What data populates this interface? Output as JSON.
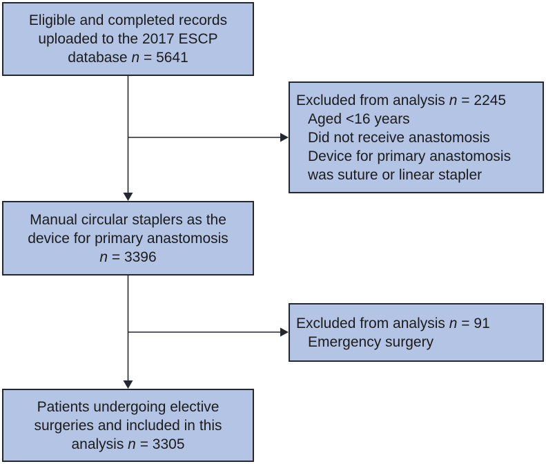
{
  "figure": {
    "type": "flow-diagram",
    "background": "#ffffff",
    "box_fill": "#b3c4e4",
    "box_border": "#23272e",
    "arrow_color": "#23272e",
    "text_color": "#1b1b1b"
  },
  "boxes": {
    "records": {
      "align": "center",
      "lines": [
        {
          "segments": [
            {
              "t": "Eligible and completed records"
            }
          ]
        },
        {
          "segments": [
            {
              "t": "uploaded to the 2017 ESCP"
            }
          ]
        },
        {
          "segments": [
            {
              "t": "database "
            },
            {
              "t": "n",
              "i": true
            },
            {
              "t": " = 5641"
            }
          ]
        }
      ]
    },
    "excluded_first": {
      "align": "left",
      "lines": [
        {
          "segments": [
            {
              "t": "Excluded from analysis "
            },
            {
              "t": "n",
              "i": true
            },
            {
              "t": " = 2245"
            }
          ]
        },
        {
          "indent": true,
          "segments": [
            {
              "t": "Aged <16 years"
            }
          ]
        },
        {
          "indent": true,
          "segments": [
            {
              "t": "Did not receive anastomosis"
            }
          ]
        },
        {
          "indent": true,
          "segments": [
            {
              "t": "Device for primary anastomosis"
            }
          ]
        },
        {
          "indent": true,
          "segments": [
            {
              "t": "was suture or linear stapler"
            }
          ]
        }
      ]
    },
    "staplers": {
      "align": "center",
      "lines": [
        {
          "segments": [
            {
              "t": "Manual circular staplers as the"
            }
          ]
        },
        {
          "segments": [
            {
              "t": "device for primary anastomosis"
            }
          ]
        },
        {
          "segments": [
            {
              "t": "n",
              "i": true
            },
            {
              "t": " = 3396"
            }
          ]
        }
      ]
    },
    "excluded_second": {
      "align": "left",
      "lines": [
        {
          "segments": [
            {
              "t": "Excluded from analysis "
            },
            {
              "t": "n",
              "i": true
            },
            {
              "t": " = 91"
            }
          ]
        },
        {
          "indent": true,
          "segments": [
            {
              "t": "Emergency surgery"
            }
          ]
        }
      ]
    },
    "elective": {
      "align": "center",
      "lines": [
        {
          "segments": [
            {
              "t": "Patients undergoing elective"
            }
          ]
        },
        {
          "segments": [
            {
              "t": "surgeries and included in this"
            }
          ]
        },
        {
          "segments": [
            {
              "t": "analysis "
            },
            {
              "t": "n",
              "i": true
            },
            {
              "t": " = 3305"
            }
          ]
        }
      ]
    }
  }
}
